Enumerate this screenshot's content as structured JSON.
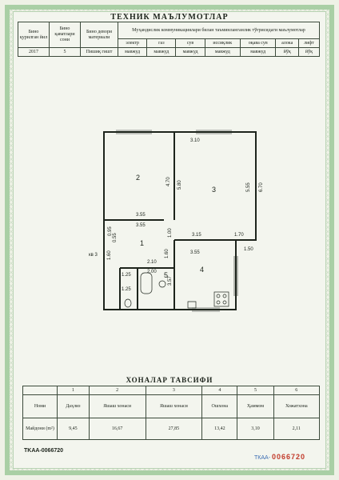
{
  "technical": {
    "title": "ТЕХНИК МАЪЛУМОТЛАР",
    "col_year": "Бино қурилган йил",
    "col_floors": "Бино қаватлари сони",
    "col_walls": "Бино девори материали",
    "col_utilities": "Муҳандислик коммуникациялари билан таъминланганлик тўғрисидаги маълумотлар",
    "utility_headers": [
      "электр",
      "газ",
      "сув",
      "иссиқлик",
      "оқава сув",
      "алока",
      "лифт"
    ],
    "year": "2017",
    "floors": "5",
    "walls": "Пишиқ гишт",
    "utility_values": [
      "мавжуд",
      "мавжуд",
      "мавжуд",
      "мавжуд",
      "мавжуд",
      "йўқ",
      "йўқ"
    ]
  },
  "plan": {
    "room_numbers": [
      "1",
      "2",
      "3",
      "4",
      "5"
    ],
    "dims": [
      "4.70",
      "3.55",
      "3.55",
      "3.10",
      "5.80",
      "5.55",
      "6.70",
      "3.15",
      "1.70",
      "1.50",
      "0.95",
      "0.55",
      "1.00",
      "3.55",
      "1.60",
      "2.10",
      "2.00",
      "1.25",
      "1.25",
      "1.60",
      "3.57"
    ],
    "entrance_label": "кв 3"
  },
  "rooms": {
    "title": "ХОНАЛАР ТАВСИФИ",
    "row_label": "Номи",
    "area_label": "Майдони (m²)",
    "numbers": [
      "1",
      "2",
      "3",
      "4",
      "5",
      "6"
    ],
    "names": [
      "Даҳлиз",
      "Яшаш хонаси",
      "Яшаш хонаси",
      "Ошхона",
      "Ҳаммом",
      "Хожатхона"
    ],
    "areas": [
      "9,45",
      "16,67",
      "27,85",
      "13,42",
      "3,10",
      "2,11"
    ]
  },
  "footer": {
    "left_code": "TKAA-0066720",
    "right_prefix": "ТКАА-",
    "right_number": "0066720"
  }
}
